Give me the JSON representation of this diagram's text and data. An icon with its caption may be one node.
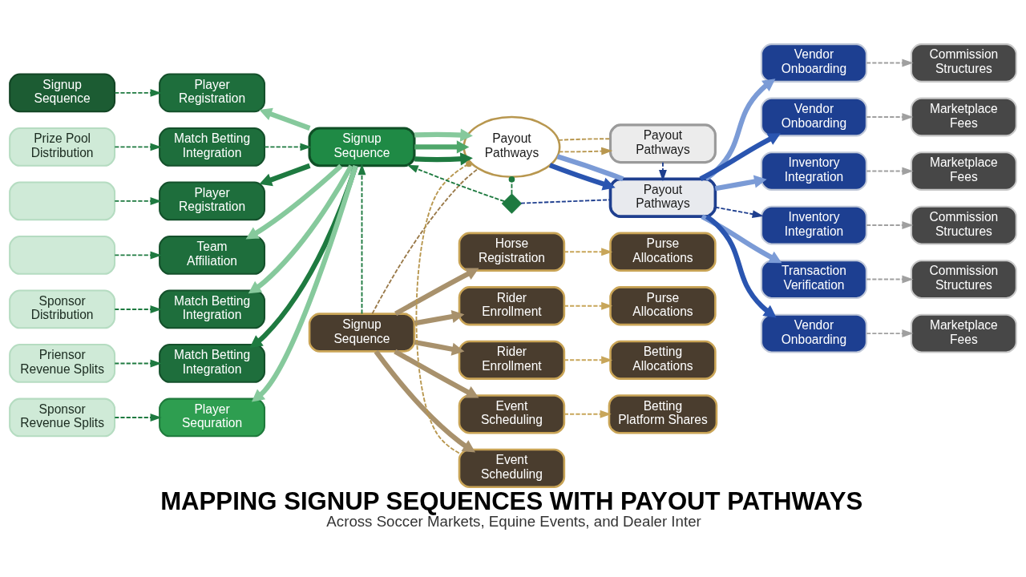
{
  "diagram": {
    "title": "MAPPING SIGNUP SEQUENCES WITH PAYOUT PATHWAYS",
    "caption": "Across Soccer Markets, Equine Events, and Dealer Inter",
    "nodes": [
      {
        "text": [
          "Signup Sequence"
        ]
      },
      {
        "text": [
          "Player Registration"
        ]
      },
      {
        "text": [],
        "shape": "box"
      },
      {
        "text": [
          "Player Registration"
        ]
      },
      {
        "text": [],
        "shape": "box"
      },
      {
        "text": [
          "Team Affiliation"
        ]
      },
      {
        "text": [
          "Prize Pool Distribution"
        ]
      },
      {
        "text": [
          "Match Betting Integration"
        ]
      },
      {
        "text": [
          "Sponsor Distribution"
        ]
      },
      {
        "text": [
          "Match Betting Integration"
        ]
      },
      {
        "text": [
          "Priensor Revenue Splits"
        ]
      },
      {
        "text": [
          "Match Betting Integration"
        ]
      },
      {
        "text": [
          "Sponsor Revenue Splits"
        ]
      },
      {
        "text": [
          "Player Sequration"
        ]
      },
      {
        "text": [
          "Signup Sequence"
        ]
      },
      {
        "text": [
          "Signup Sequence"
        ]
      },
      {
        "text": [
          "Horse Registration"
        ]
      },
      {
        "text": [
          "Purse Allocations"
        ]
      },
      {
        "text": [
          "Rider Enrollment"
        ]
      },
      {
        "text": [
          "Purse Allocations"
        ]
      },
      {
        "text": [
          "Rider Enrollment"
        ]
      },
      {
        "text": [
          "Betting Allocations"
        ]
      },
      {
        "text": [
          "Event Scheduling"
        ]
      },
      {
        "text": [
          "Betting Platform Shares"
        ]
      },
      {
        "text": [
          "Event Scheduling"
        ]
      },
      {
        "text": [
          "Payout Pathways"
        ]
      },
      {
        "text": [
          "Payout Pathways"
        ]
      },
      {
        "text": [
          "Payout Pathways"
        ]
      },
      {
        "text": [],
        "shape": "diamond"
      },
      {
        "text": [
          "Vendor Onboarding"
        ]
      },
      {
        "text": [
          "Commission Structures"
        ]
      },
      {
        "text": [
          "Vendor Onboarding"
        ]
      },
      {
        "text": [
          "Marketplace Fees"
        ]
      },
      {
        "text": [
          "Inventory Integration"
        ]
      },
      {
        "text": [
          "Marketplace Fees"
        ]
      },
      {
        "text": [
          "Inventory Integration"
        ]
      },
      {
        "text": [
          "Commission Structures"
        ]
      },
      {
        "text": [
          "Transaction Verification"
        ]
      },
      {
        "text": [
          "Commission Structures"
        ]
      },
      {
        "text": [
          "Vendor Onboarding"
        ]
      },
      {
        "text": [
          "Marketplace Fees"
        ]
      }
    ],
    "edges": [
      {
        "from": 0,
        "to": 1,
        "arrow": "to",
        "style": "dashed"
      },
      {
        "from": 2,
        "to": 3,
        "arrow": "to",
        "style": "dashed"
      },
      {
        "from": 4,
        "to": 5,
        "arrow": "to",
        "style": "dashed"
      },
      {
        "from": 6,
        "to": 7,
        "arrow": "to",
        "style": "dashed"
      },
      {
        "from": 8,
        "to": 9,
        "arrow": "to",
        "style": "dashed"
      },
      {
        "from": 10,
        "to": 11,
        "arrow": "to",
        "style": "dashed"
      },
      {
        "from": 12,
        "to": 13,
        "arrow": "to",
        "style": "dashed"
      },
      {
        "from": 7,
        "to": 14,
        "arrow": "to",
        "style": "dashed"
      },
      {
        "from": 14,
        "to": 1,
        "arrow": "to",
        "style": "thick",
        "color": "#86c99c"
      },
      {
        "from": 14,
        "to": 3,
        "arrow": "to",
        "style": "thick"
      },
      {
        "from": 14,
        "to": 5,
        "arrow": "to",
        "style": "thick",
        "color": "#86c99c"
      },
      {
        "from": 14,
        "to": 9,
        "arrow": "to",
        "style": "thick",
        "color": "#86c99c"
      },
      {
        "from": 14,
        "to": 11,
        "arrow": "to",
        "style": "thick"
      },
      {
        "from": 14,
        "to": 13,
        "arrow": "to",
        "style": "thick",
        "color": "#86c99c"
      },
      {
        "from": 14,
        "to": 25,
        "arrow": "to",
        "style": "thick"
      },
      {
        "from": 14,
        "to": 25,
        "arrow": "to",
        "style": "thick",
        "color": "#4fa76a"
      },
      {
        "from": 14,
        "to": 25,
        "arrow": "to",
        "style": "thick",
        "color": "#86c99c"
      },
      {
        "from": 15,
        "to": 14,
        "arrow": "to",
        "style": "dashed"
      },
      {
        "from": 15,
        "to": 16,
        "arrow": "to",
        "style": "thick",
        "color": "#a8916c"
      },
      {
        "from": 15,
        "to": 18,
        "arrow": "to",
        "style": "thick",
        "color": "#a8916c"
      },
      {
        "from": 15,
        "to": 20,
        "arrow": "to",
        "style": "thick",
        "color": "#a8916c"
      },
      {
        "from": 15,
        "to": 22,
        "arrow": "to",
        "style": "thick",
        "color": "#a8916c"
      },
      {
        "from": 15,
        "to": 24,
        "arrow": "to",
        "style": "thick",
        "color": "#a8916c"
      },
      {
        "from": 16,
        "to": 17,
        "arrow": "to",
        "style": "dashed",
        "color": "#c8a65a"
      },
      {
        "from": 18,
        "to": 19,
        "arrow": "to",
        "style": "dashed",
        "color": "#c8a65a"
      },
      {
        "from": 20,
        "to": 21,
        "arrow": "to",
        "style": "dashed",
        "color": "#c8a65a"
      },
      {
        "from": 22,
        "to": 23,
        "arrow": "to",
        "style": "dashed",
        "color": "#c8a65a"
      },
      {
        "from": 15,
        "to": 25,
        "arrow": "none",
        "style": "dashed",
        "color": "#9a7a4a"
      },
      {
        "from": 24,
        "to": 25,
        "arrow": "other",
        "style": "dashed",
        "color": "#b8974f"
      },
      {
        "from": 25,
        "to": 26,
        "arrow": "to",
        "style": "dashed",
        "color": "#b8974f"
      },
      {
        "from": 25,
        "to": 26,
        "arrow": "none",
        "style": "dashed",
        "color": "#b8974f"
      },
      {
        "from": 26,
        "to": 27,
        "arrow": "to",
        "style": "dashed",
        "color": "#1f3f8f"
      },
      {
        "from": 28,
        "to": 25,
        "arrow": "other",
        "style": "dashed"
      },
      {
        "from": 28,
        "to": 14,
        "arrow": "to",
        "style": "dashed"
      },
      {
        "from": 28,
        "to": 27,
        "arrow": "none",
        "style": "dashed",
        "color": "#1f3f8f"
      },
      {
        "from": 25,
        "to": 27,
        "arrow": "to",
        "style": "thick",
        "color": "#2a55b0"
      },
      {
        "from": 25,
        "to": 27,
        "arrow": "none",
        "style": "thick",
        "color": "#7b9bd6"
      },
      {
        "from": 27,
        "to": 29,
        "arrow": "to",
        "style": "thick",
        "color": "#7b9bd6"
      },
      {
        "from": 27,
        "to": 31,
        "arrow": "to",
        "style": "thick",
        "color": "#2a55b0"
      },
      {
        "from": 27,
        "to": 33,
        "arrow": "to",
        "style": "thick",
        "color": "#7b9bd6"
      },
      {
        "from": 27,
        "to": 35,
        "arrow": "to",
        "style": "dashed",
        "color": "#1f3f8f"
      },
      {
        "from": 27,
        "to": 37,
        "arrow": "to",
        "style": "thick",
        "color": "#7b9bd6"
      },
      {
        "from": 27,
        "to": 39,
        "arrow": "to",
        "style": "thick",
        "color": "#2a55b0"
      },
      {
        "from": 29,
        "to": 30,
        "arrow": "to",
        "style": "dashed",
        "color": "#a0a0a0"
      },
      {
        "from": 31,
        "to": 32,
        "arrow": "to",
        "style": "dashed",
        "color": "#a0a0a0"
      },
      {
        "from": 33,
        "to": 34,
        "arrow": "to",
        "style": "dashed",
        "color": "#a0a0a0"
      },
      {
        "from": 35,
        "to": 36,
        "arrow": "to",
        "style": "dashed",
        "color": "#a0a0a0"
      },
      {
        "from": 37,
        "to": 38,
        "arrow": "to",
        "style": "dashed",
        "color": "#a0a0a0"
      },
      {
        "from": 39,
        "to": 40,
        "arrow": "to",
        "style": "dashed",
        "color": "#a0a0a0"
      }
    ]
  }
}
